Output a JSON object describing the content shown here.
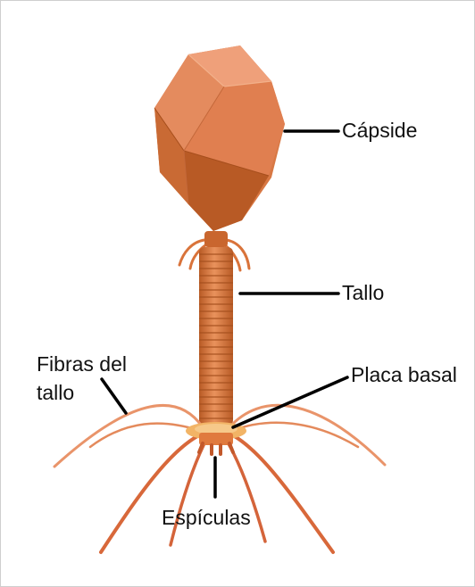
{
  "labels": {
    "capsid": "Cápside",
    "tail": "Tallo",
    "tail_fibers_line1": "Fibras del",
    "tail_fibers_line2": "tallo",
    "base_plate": "Placa basal",
    "spikes": "Espículas"
  },
  "colors": {
    "capsid_light": "#e8895a",
    "capsid_dark": "#b9561f",
    "tail": "#d9733a",
    "fibers": "#e58a5a",
    "base_plate": "#f0b060",
    "leader_line": "#000000"
  }
}
